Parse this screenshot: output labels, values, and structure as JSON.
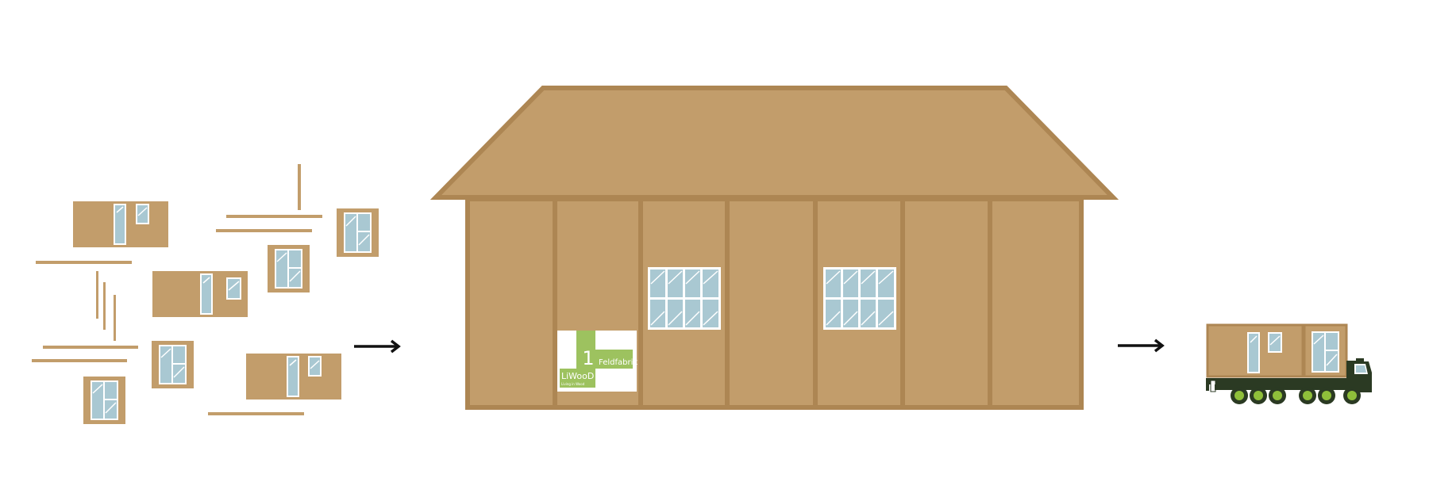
{
  "colors": {
    "wood": "#c29d6b",
    "wood_dark": "#ad8653",
    "glass": "#a9c8d2",
    "frame": "#ffffff",
    "logo_green": "#9dc25f",
    "truck": "#2b3a23",
    "wheel_rim": "#8fbf3a",
    "arrow": "#111111"
  },
  "icons": {
    "arrow_right": "arrow-right-icon",
    "truck": "truck-icon"
  },
  "logo": {
    "number": "1",
    "product": "Feldfabrik",
    "brand": "LiWooD",
    "tagline": "Living in Wood"
  }
}
